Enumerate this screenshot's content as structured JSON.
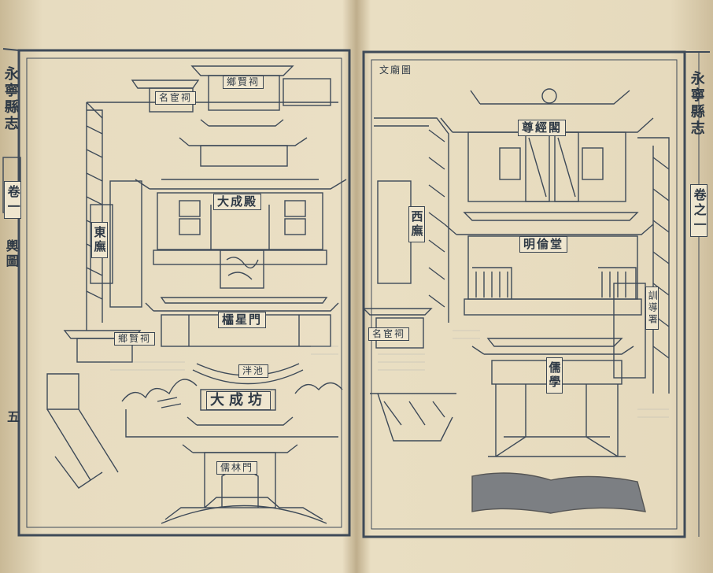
{
  "left_page": {
    "spine_title": "永寧縣志",
    "volume_label": "卷一",
    "chapter_label": "輿圖",
    "page_number": "五",
    "buildings": {
      "shrine_top": "鄉賢祠",
      "shrine_top_left": "名宦祠",
      "main_hall": "大成殿",
      "side_hall": "東廡",
      "lingxing_gate": "櫺星門",
      "shrine_mid_left": "鄉賢祠",
      "pool": "泮池",
      "archway": "大成坊",
      "gate_bottom": "儒林門"
    }
  },
  "right_page": {
    "spine_title": "永寧縣志",
    "volume_label": "卷之一",
    "figure_caption": "文廟圖",
    "buildings": {
      "pavilion_top": "尊經閣",
      "lecture_hall": "明倫堂",
      "west_side_hall": "西廡",
      "shrine_left": "名宦祠",
      "shrine_right": "訓導署",
      "school_gate": "儒學"
    }
  }
}
